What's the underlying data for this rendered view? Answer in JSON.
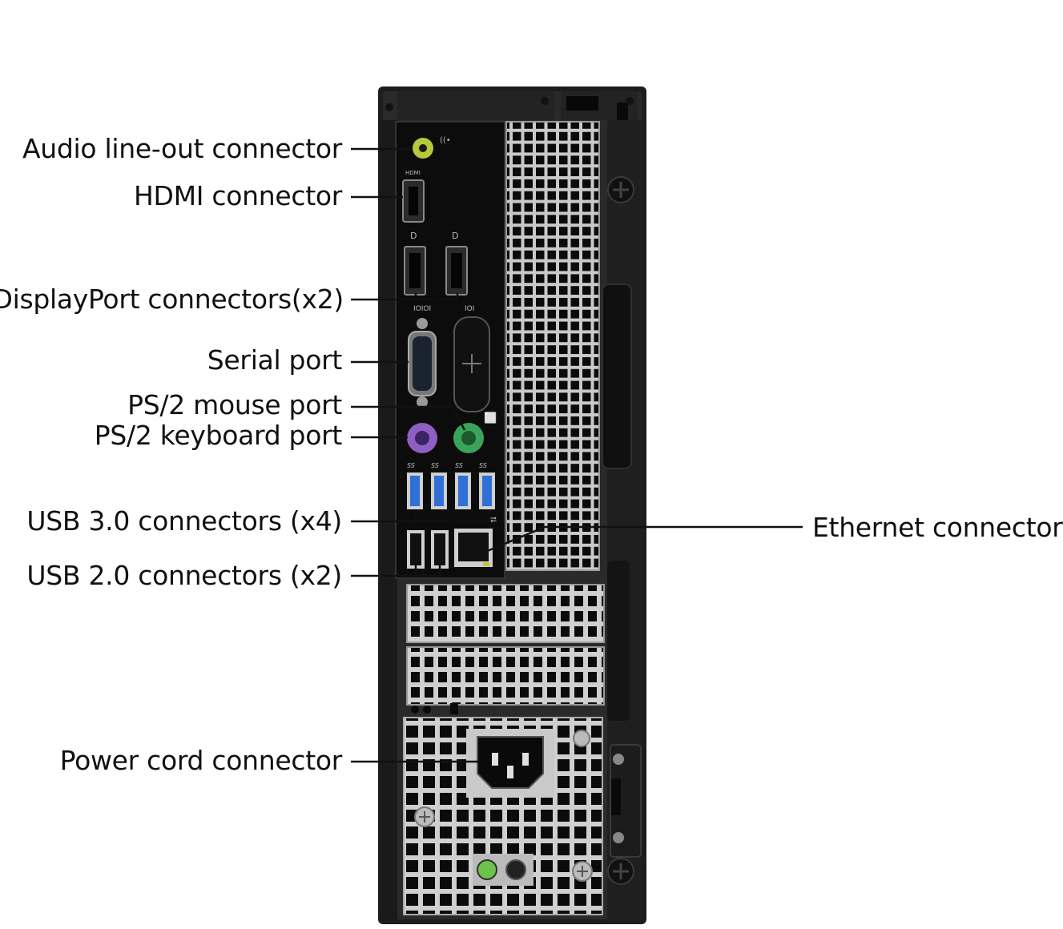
{
  "labels": {
    "audio": "Audio line-out connector",
    "hdmi": "HDMI connector",
    "displayport": "DisplayPort connectors(x2)",
    "serial": "Serial port",
    "ps2_mouse": "PS/2 mouse port",
    "ps2_keyboard": "PS/2 keyboard port",
    "usb3": "USB 3.0 connectors (x4)",
    "usb2": "USB 2.0 connectors (x2)",
    "power": "Power cord connector",
    "ethernet": "Ethernet connector"
  },
  "panel_marks": {
    "hdmi": "HDMI",
    "ss": "SS"
  },
  "colors": {
    "audio_port": "#b5c93a",
    "ps2_mouse": "#3aa55a",
    "ps2_keyboard": "#8e5fc2",
    "usb3": "#2f6fd6",
    "chassis": "#1b1b1b",
    "panel": "#0c0c0c"
  }
}
